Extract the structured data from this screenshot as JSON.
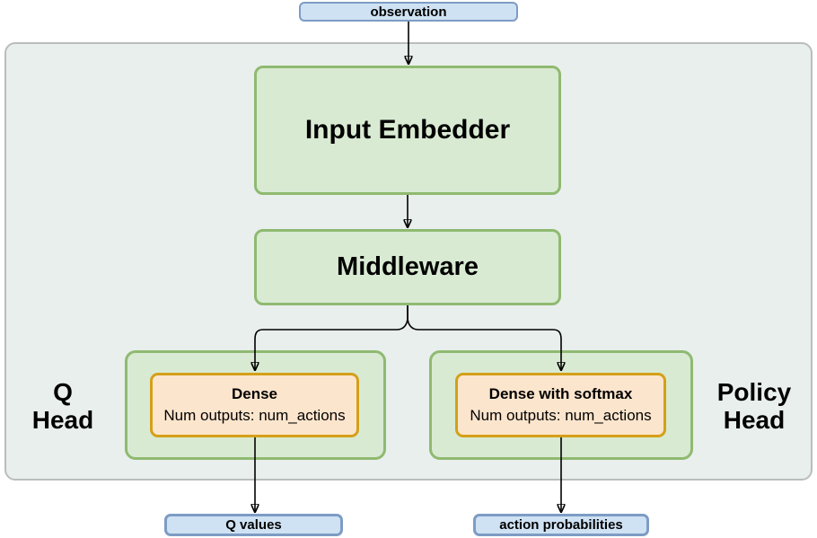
{
  "colors": {
    "canvas_bg": "#ffffff",
    "container_fill": "#e9efec",
    "container_border": "#b9bdbc",
    "green_fill": "#d9ead3",
    "green_border": "#8fba71",
    "orange_fill": "#fce5cd",
    "orange_border": "#d4a018",
    "blue_fill": "#cfe2f3",
    "blue_border": "#7d9cc5",
    "arrow": "#000000"
  },
  "diagram": {
    "observation": "observation",
    "input_embedder": "Input Embedder",
    "middleware": "Middleware",
    "q_head": {
      "line1": "Q",
      "line2": "Head"
    },
    "policy_head": {
      "line1": "Policy",
      "line2": "Head"
    },
    "q_dense": {
      "title": "Dense",
      "subtitle": "Num outputs: num_actions"
    },
    "policy_dense": {
      "title": "Dense with softmax",
      "subtitle": "Num outputs: num_actions"
    },
    "q_values": "Q values",
    "action_probabilities": "action probabilities"
  }
}
